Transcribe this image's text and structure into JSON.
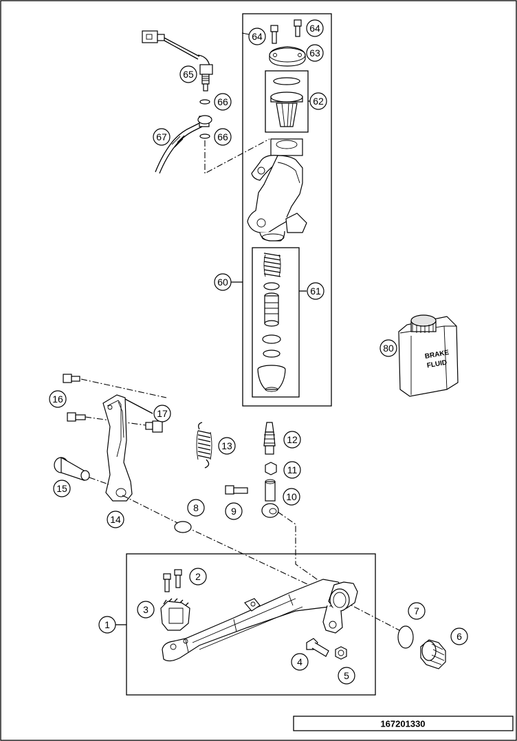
{
  "callouts": [
    {
      "id": "c1",
      "label": "1"
    },
    {
      "id": "c2",
      "label": "2"
    },
    {
      "id": "c3",
      "label": "3"
    },
    {
      "id": "c4",
      "label": "4"
    },
    {
      "id": "c5",
      "label": "5"
    },
    {
      "id": "c6",
      "label": "6"
    },
    {
      "id": "c7",
      "label": "7"
    },
    {
      "id": "c8",
      "label": "8"
    },
    {
      "id": "c9",
      "label": "9"
    },
    {
      "id": "c10",
      "label": "10"
    },
    {
      "id": "c11",
      "label": "11"
    },
    {
      "id": "c12",
      "label": "12"
    },
    {
      "id": "c13",
      "label": "13"
    },
    {
      "id": "c14",
      "label": "14"
    },
    {
      "id": "c15",
      "label": "15"
    },
    {
      "id": "c16",
      "label": "16"
    },
    {
      "id": "c17",
      "label": "17"
    },
    {
      "id": "c60",
      "label": "60"
    },
    {
      "id": "c61",
      "label": "61"
    },
    {
      "id": "c62",
      "label": "62"
    },
    {
      "id": "c63",
      "label": "63"
    },
    {
      "id": "c64a",
      "label": "64"
    },
    {
      "id": "c64b",
      "label": "64"
    },
    {
      "id": "c65",
      "label": "65"
    },
    {
      "id": "c66a",
      "label": "66"
    },
    {
      "id": "c66b",
      "label": "66"
    },
    {
      "id": "c67",
      "label": "67"
    },
    {
      "id": "c80",
      "label": "80"
    }
  ],
  "brake_fluid_label": {
    "line1": "BRAKE",
    "line2": "FLUID"
  },
  "drawing_number": "167201330"
}
